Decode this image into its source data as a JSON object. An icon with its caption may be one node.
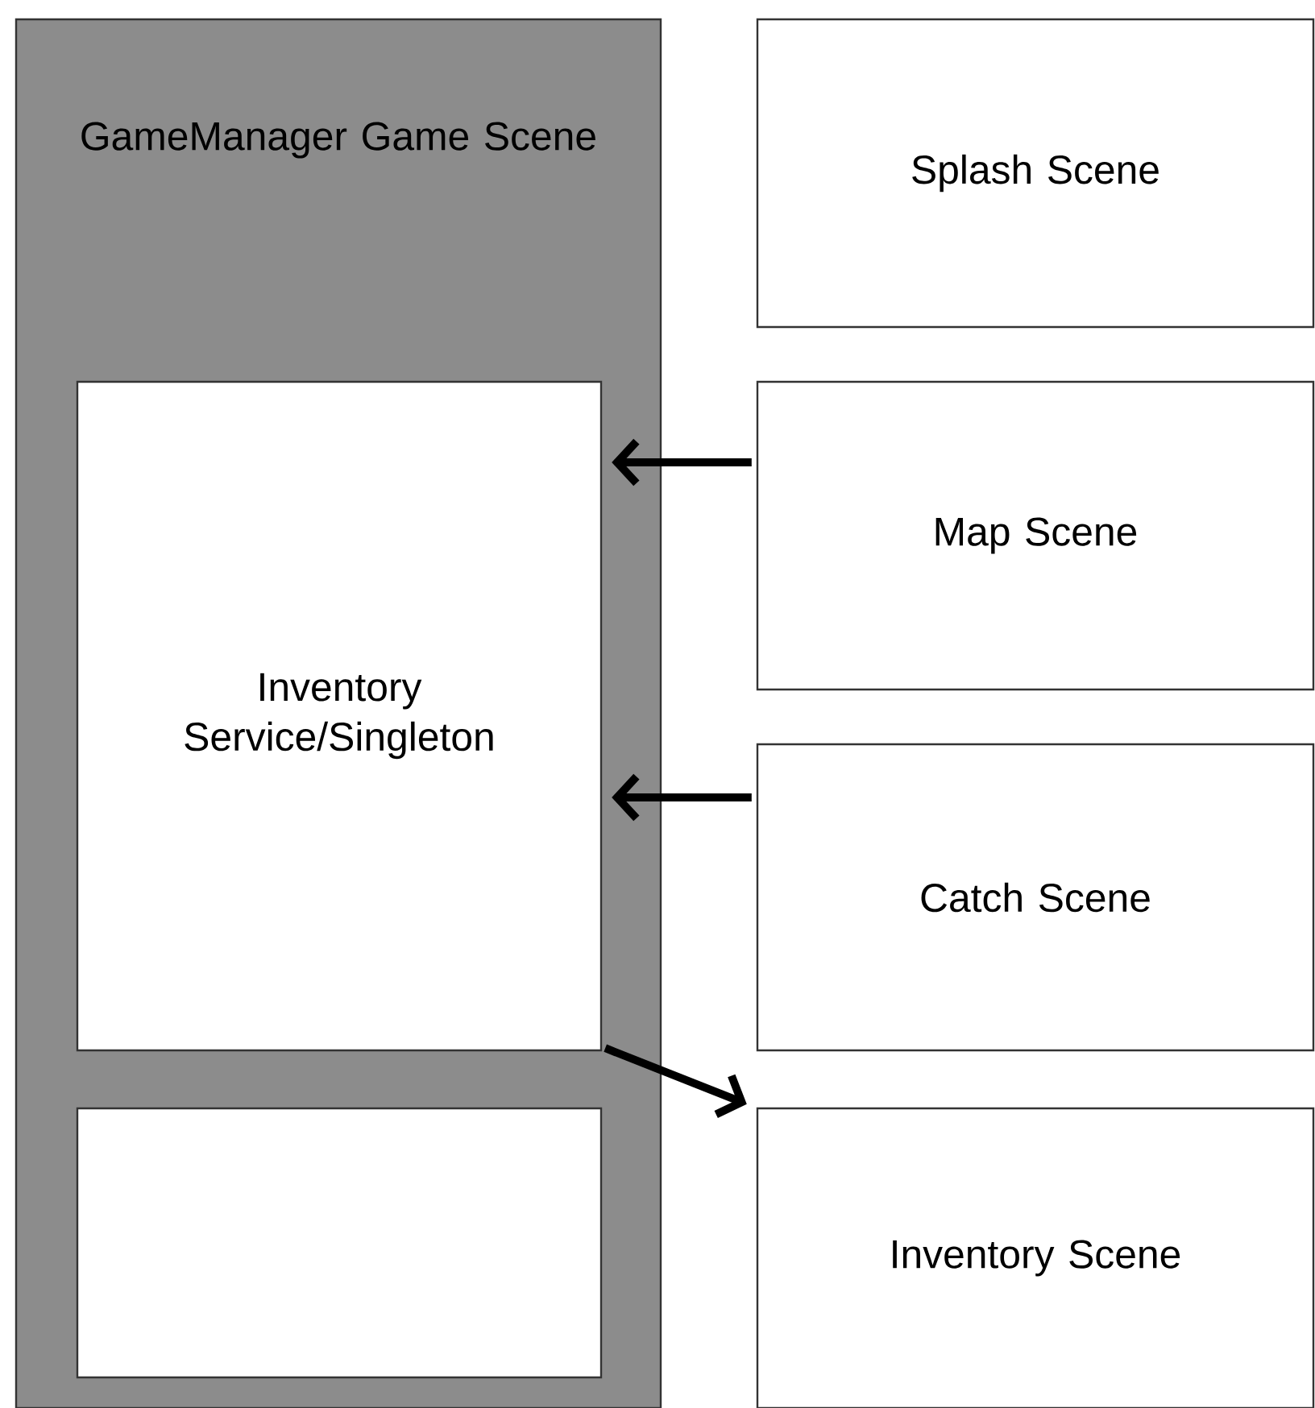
{
  "diagram": {
    "nodes": [
      {
        "text": [
          "GameManager Game Scene"
        ]
      },
      {
        "text": [
          "Inventory Service/Singleton"
        ],
        "in": 0
      },
      {
        "text": [],
        "shape": "box",
        "in": 0
      },
      {
        "text": [
          "Splash Scene"
        ]
      },
      {
        "text": [
          "Map Scene"
        ]
      },
      {
        "text": [
          "Catch Scene"
        ]
      },
      {
        "text": [
          "Inventory Scene"
        ]
      }
    ],
    "edges": [
      {
        "from": 4,
        "to": 1,
        "arrow": "to"
      },
      {
        "from": 5,
        "to": 1,
        "arrow": "to"
      },
      {
        "from": 1,
        "to": 6,
        "arrow": "to"
      }
    ]
  }
}
